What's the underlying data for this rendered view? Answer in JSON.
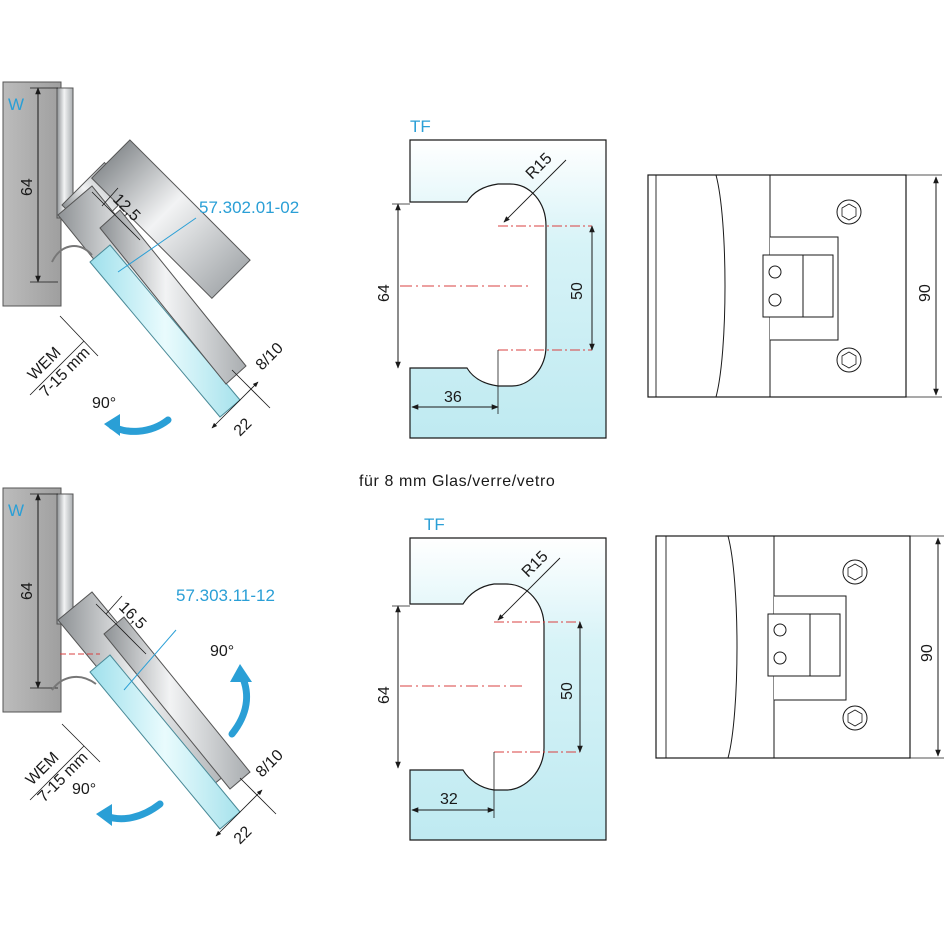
{
  "colors": {
    "accent": "#2a9fd6",
    "glass": "#c8eef4",
    "metal": "#b9bcbe",
    "centerline": "#d94040"
  },
  "caption": "für 8 mm Glas/verre/vetro",
  "top": {
    "side": {
      "wall": "W",
      "height": "64",
      "offset": "12,5",
      "article": "57.302.01-02",
      "wem_line1": "WEM",
      "wem_line2": "7-15 mm",
      "glass": "8/10",
      "depth": "22",
      "angle": "90°"
    },
    "cutout": {
      "label": "TF",
      "radius": "R15",
      "height": "64",
      "inner": "50",
      "width": "36"
    },
    "front": {
      "height": "90"
    }
  },
  "bottom": {
    "side": {
      "wall": "W",
      "height": "64",
      "offset": "16,5",
      "article": "57.303.11-12",
      "wem_line1": "WEM",
      "wem_line2": "7-15 mm",
      "glass": "8/10",
      "depth": "22",
      "angle_upper": "90°",
      "angle_lower": "90°"
    },
    "cutout": {
      "label": "TF",
      "radius": "R15",
      "height": "64",
      "inner": "50",
      "width": "32"
    },
    "front": {
      "height": "90"
    }
  }
}
